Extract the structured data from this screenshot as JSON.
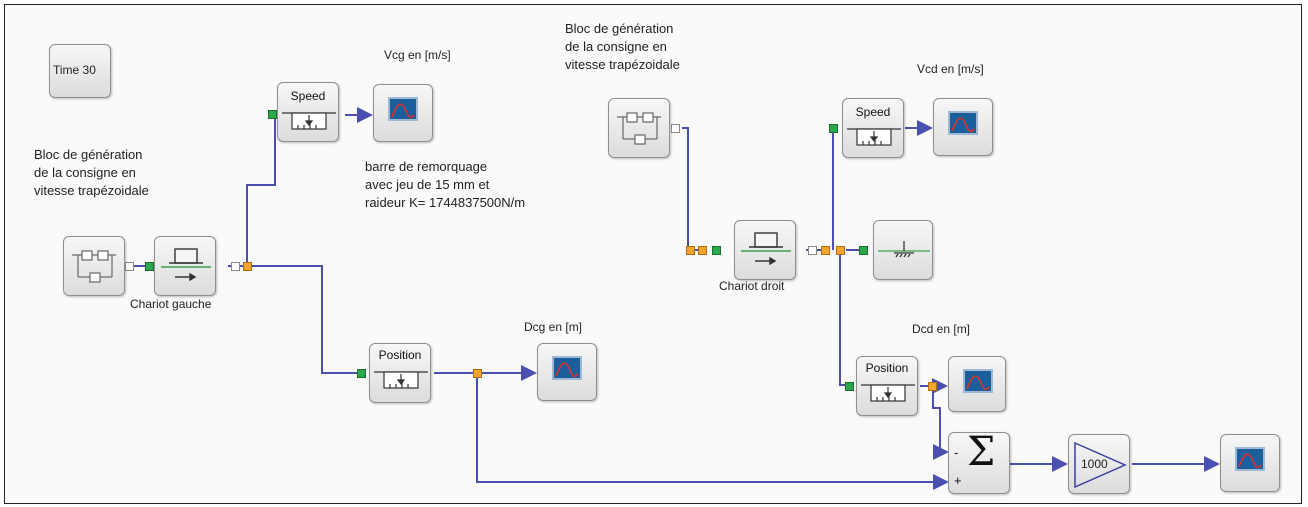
{
  "time_block": {
    "label": "Time 30"
  },
  "annotations": {
    "left_generator_text": [
      "Bloc de génération",
      "de la consigne en",
      "vitesse trapézoidale"
    ],
    "right_generator_text": [
      "Bloc de génération",
      "de la consigne en",
      "vitesse trapézoidale"
    ],
    "tow_bar_text": [
      "barre de remorquage",
      "avec jeu de 15 mm et",
      "raideur K= 1744837500N/m"
    ]
  },
  "blocks": {
    "speed_left": {
      "label": "Speed"
    },
    "speed_right": {
      "label": "Speed"
    },
    "position_left": {
      "label": "Position"
    },
    "position_right": {
      "label": "Position"
    },
    "gain": {
      "label": "1000"
    },
    "sum": {
      "symbol": "Σ",
      "minus": "-",
      "plus": "+"
    },
    "chariot_left": {
      "label": "Chariot gauche"
    },
    "chariot_right": {
      "label": "Chariot droit"
    }
  },
  "scope_titles": {
    "vcg": "Vcg en [m/s]",
    "vcd": "Vcd en [m/s]",
    "dcg": "Dcg en [m]",
    "dcd": "Dcd en [m]"
  },
  "colors": {
    "wire": "#4b4fb0",
    "port_green": "#2aa84a",
    "port_orange": "#f1a52c",
    "scope_blue": "#1b5e9c",
    "scope_curve": "#e0302a"
  }
}
